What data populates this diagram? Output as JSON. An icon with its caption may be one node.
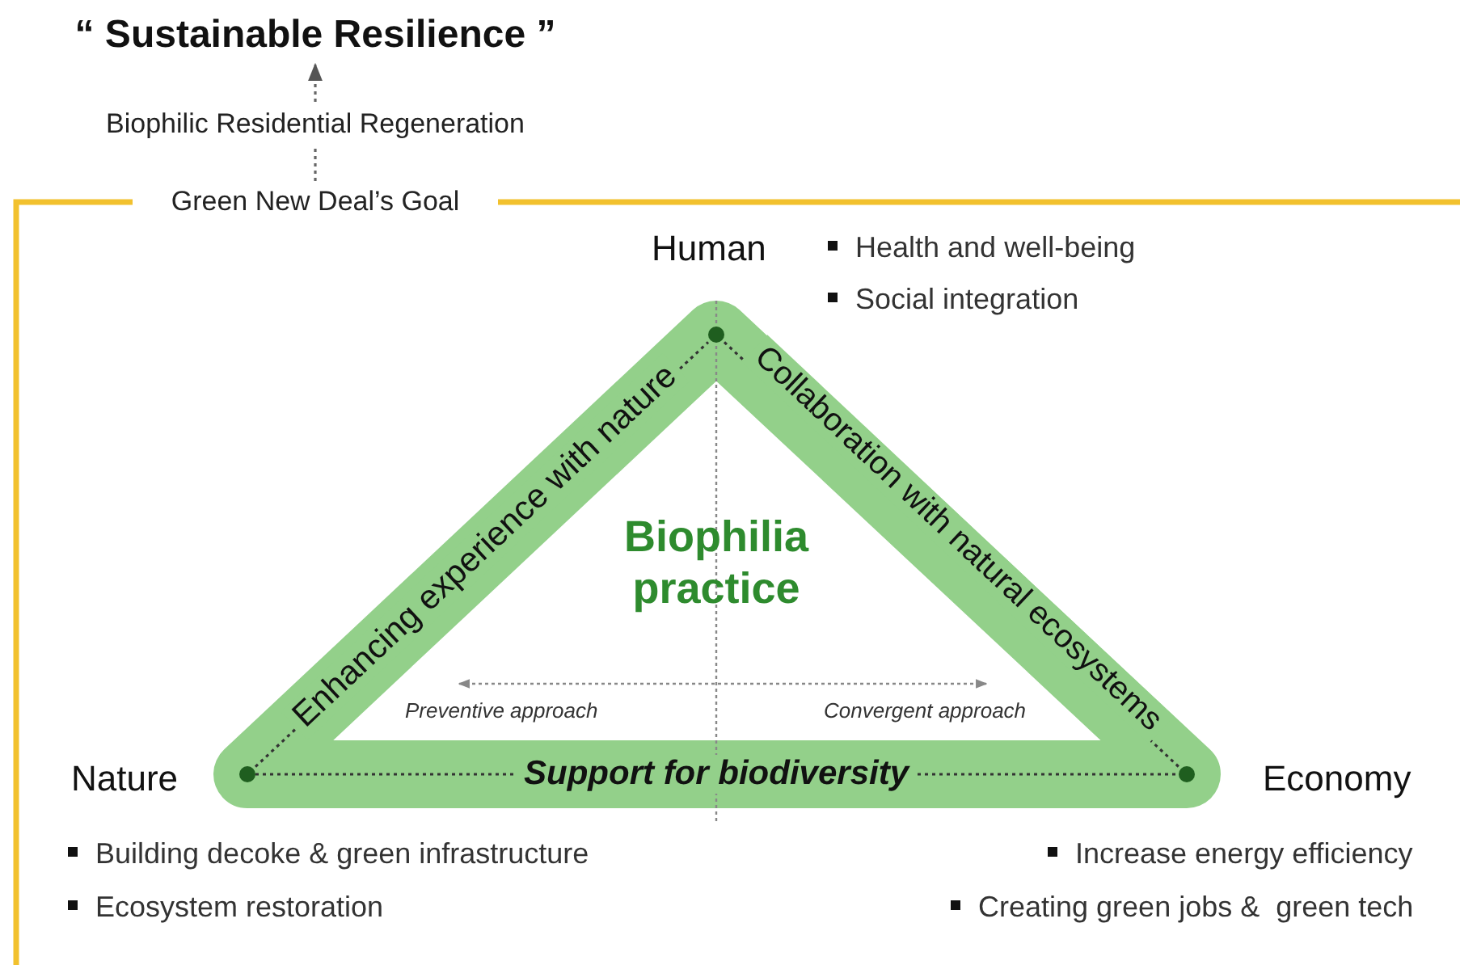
{
  "diagram": {
    "nodes": [
      {
        "text": [
          "“ Sustainable Resilience ”"
        ]
      },
      {
        "text": [
          "Biophilic Residential Regeneration"
        ]
      },
      {
        "text": [
          "Green New Deal’s Goal"
        ]
      },
      {
        "text": [
          "Biophilia practice"
        ],
        "in": 2
      },
      {
        "text": [],
        "shape": "circle",
        "in": 3,
        "beside": [
          "Nature",
          "Building decoke & green infrastructure",
          "Ecosystem restoration"
        ]
      },
      {
        "text": [],
        "shape": "circle",
        "in": 3,
        "beside": [
          "Human",
          "Health and well-being",
          "Social integration"
        ]
      },
      {
        "text": [],
        "shape": "circle",
        "in": 3,
        "beside": [
          "Economy",
          "Increase energy efficiency",
          "Creating green jobs &  green tech"
        ]
      }
    ],
    "edges": [
      {
        "from": 2,
        "to": 1,
        "arrow": "none",
        "style": "dashed"
      },
      {
        "from": 1,
        "to": 0,
        "arrow": "to",
        "style": "dashed"
      },
      {
        "from": 4,
        "to": 5,
        "arrow": "none",
        "style": "dashed",
        "label": "Enhancing experience with nature"
      },
      {
        "from": 5,
        "to": 6,
        "arrow": "none",
        "style": "dashed",
        "label": "Collaboration with natural ecosystems"
      },
      {
        "from": 4,
        "to": 6,
        "arrow": "none",
        "style": "dashed",
        "label": "Support for biodiversity"
      }
    ],
    "labels": [
      "Preventive approach",
      "Convergent approach"
    ]
  }
}
